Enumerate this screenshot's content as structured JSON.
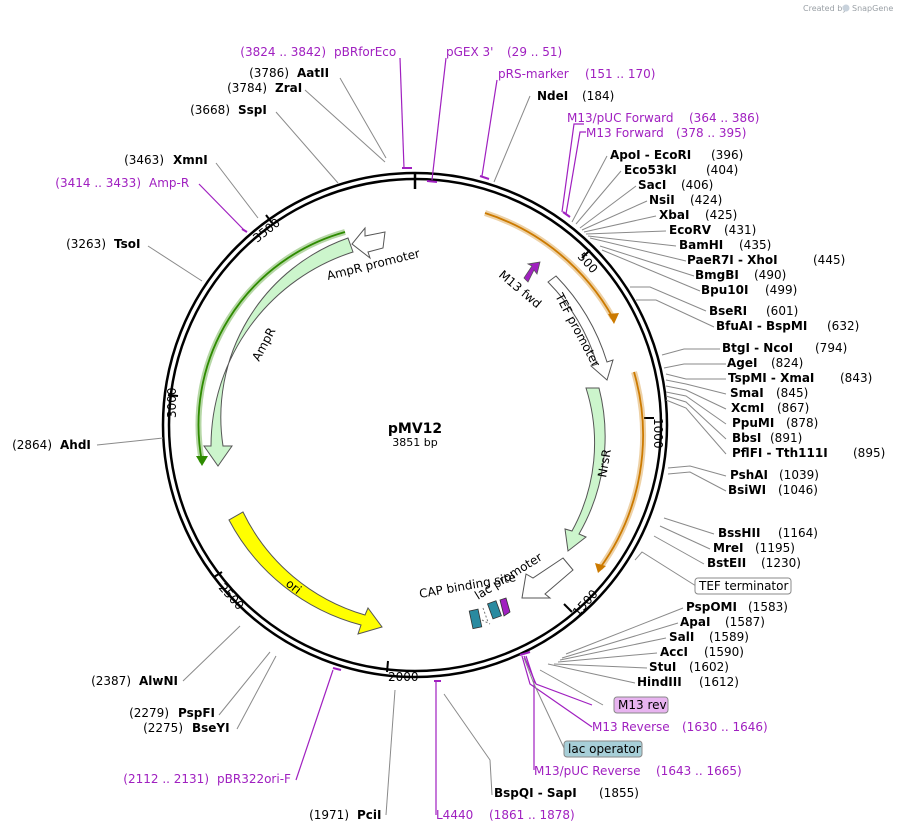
{
  "credit": {
    "prefix": "Created by",
    "brand": "SnapGene"
  },
  "plasmid": {
    "name": "pMV12",
    "length_label": "3851 bp"
  },
  "ticks": [
    "500",
    "1000",
    "1500",
    "2000",
    "2500",
    "3000",
    "3500"
  ],
  "features": {
    "ampr": "AmpR",
    "ampr_promoter": "AmpR promoter",
    "ori": "ori",
    "nrsr": "NrsR",
    "tef_promoter": "TEF promoter",
    "m13_fwd": "M13 fwd",
    "cap": "CAP binding site",
    "lac_promoter": "lac promoter"
  },
  "boxed": {
    "tef_terminator": "TEF terminator",
    "m13_rev": "M13 rev",
    "lac_operator": "lac operator"
  },
  "primers": {
    "pbrforeco": {
      "range": "(3824 .. 3842)",
      "name": "pBRforEco"
    },
    "pgex": {
      "name": "pGEX 3'",
      "range": "(29 .. 51)"
    },
    "prs": {
      "name": "pRS-marker",
      "range": "(151 .. 170)"
    },
    "m13puc_fwd": {
      "name": "M13/pUC Forward",
      "range": "(364 .. 386)"
    },
    "m13_fwd": {
      "name": "M13 Forward",
      "range": "(378 .. 395)"
    },
    "ampr": {
      "range": "(3414 .. 3433)",
      "name": "Amp-R"
    },
    "m13_rev": {
      "name": "M13 Reverse",
      "range": "(1630 .. 1646)"
    },
    "m13puc_rev": {
      "name": "M13/pUC Reverse",
      "range": "(1643 .. 1665)"
    },
    "l4440": {
      "name": "L4440",
      "range": "(1861 .. 1878)"
    },
    "pbr322": {
      "range": "(2112 .. 2131)",
      "name": "pBR322ori-F"
    }
  },
  "sites_left": [
    {
      "pos": "(3786)",
      "name": "AatII"
    },
    {
      "pos": "(3784)",
      "name": "ZraI"
    },
    {
      "pos": "(3668)",
      "name": "SspI"
    },
    {
      "pos": "(3463)",
      "name": "XmnI"
    },
    {
      "pos": "(3263)",
      "name": "TsoI"
    },
    {
      "pos": "(2864)",
      "name": "AhdI"
    },
    {
      "pos": "(2387)",
      "name": "AlwNI"
    },
    {
      "pos": "(2279)",
      "name": "PspFI"
    },
    {
      "pos": "(2275)",
      "name": "BseYI"
    },
    {
      "pos": "(1971)",
      "name": "PciI"
    }
  ],
  "sites_right": [
    {
      "name": "NdeI",
      "pos": "(184)"
    },
    {
      "name": "ApoI  -  EcoRI",
      "pos": "(396)"
    },
    {
      "name": "Eco53kI",
      "pos": "(404)"
    },
    {
      "name": "SacI",
      "pos": "(406)"
    },
    {
      "name": "NsiI",
      "pos": "(424)"
    },
    {
      "name": "XbaI",
      "pos": "(425)"
    },
    {
      "name": "EcoRV",
      "pos": "(431)"
    },
    {
      "name": "BamHI",
      "pos": "(435)"
    },
    {
      "name": "PaeR7I  -  XhoI",
      "pos": "(445)"
    },
    {
      "name": "BmgBI",
      "pos": "(490)"
    },
    {
      "name": "Bpu10I",
      "pos": "(499)"
    },
    {
      "name": "BseRI",
      "pos": "(601)"
    },
    {
      "name": "BfuAI  -  BspMI",
      "pos": "(632)"
    },
    {
      "name": "BtgI  -  NcoI",
      "pos": "(794)"
    },
    {
      "name": "AgeI",
      "pos": "(824)"
    },
    {
      "name": "TspMI  -  XmaI",
      "pos": "(843)"
    },
    {
      "name": "SmaI",
      "pos": "(845)"
    },
    {
      "name": "XcmI",
      "pos": "(867)"
    },
    {
      "name": "PpuMI",
      "pos": "(878)"
    },
    {
      "name": "BbsI",
      "pos": "(891)"
    },
    {
      "name": "PflFI  -  Tth111I",
      "pos": "(895)"
    },
    {
      "name": "PshAI",
      "pos": "(1039)"
    },
    {
      "name": "BsiWI",
      "pos": "(1046)"
    },
    {
      "name": "BssHII",
      "pos": "(1164)"
    },
    {
      "name": "MreI",
      "pos": "(1195)"
    },
    {
      "name": "BstEII",
      "pos": "(1230)"
    },
    {
      "name": "PspOMI",
      "pos": "(1583)"
    },
    {
      "name": "ApaI",
      "pos": "(1587)"
    },
    {
      "name": "SalI",
      "pos": "(1589)"
    },
    {
      "name": "AccI",
      "pos": "(1590)"
    },
    {
      "name": "StuI",
      "pos": "(1602)"
    },
    {
      "name": "HindIII",
      "pos": "(1612)"
    },
    {
      "name": "BspQI  -  SapI",
      "pos": "(1855)"
    }
  ],
  "colors": {
    "backbone": "#000000",
    "primer": "#a020c0",
    "ampr": "#ccf5cc",
    "ampr_strand": "#2e8b00",
    "ori": "#ffff00",
    "nrsr": "#ccf5cc",
    "tef_strand": "#cc7a00",
    "lac_operator": "#a7cfd8",
    "m13_rev": "#e8b4f0"
  }
}
